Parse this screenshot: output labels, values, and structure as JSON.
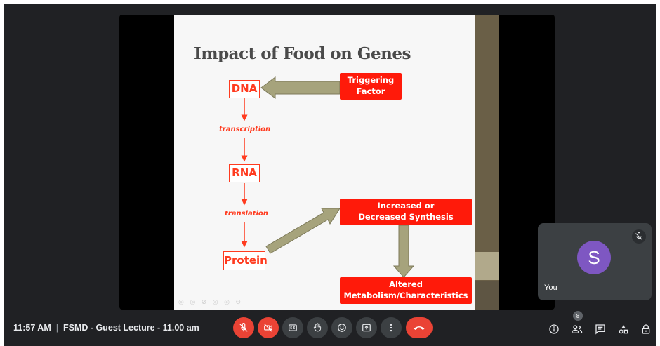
{
  "slide": {
    "title": "Impact of Food on Genes",
    "dna": "DNA",
    "rna": "RNA",
    "protein": "Protein",
    "transcription": "transcription",
    "translation": "translation",
    "triggering": "Triggering Factor",
    "increased": "Increased or Decreased Synthesis",
    "altered": "Altered Metabolism/Characteristics"
  },
  "self_tile": {
    "initial": "S",
    "label": "You"
  },
  "meeting": {
    "time": "11:57 AM",
    "title": "FSMD - Guest Lecture - 11.00 am"
  },
  "participants_count": "8",
  "icons": [
    "mic-off-icon",
    "camera-off-icon",
    "captions-icon",
    "raise-hand-icon",
    "emoji-icon",
    "present-icon",
    "more-icon",
    "end-call-icon",
    "info-icon",
    "people-icon",
    "chat-icon",
    "activities-icon",
    "host-controls-icon"
  ],
  "colors": {
    "accent_red": "#ea4335",
    "slide_red": "#ff1a0a",
    "avatar": "#7e57c2",
    "background": "#202124"
  }
}
